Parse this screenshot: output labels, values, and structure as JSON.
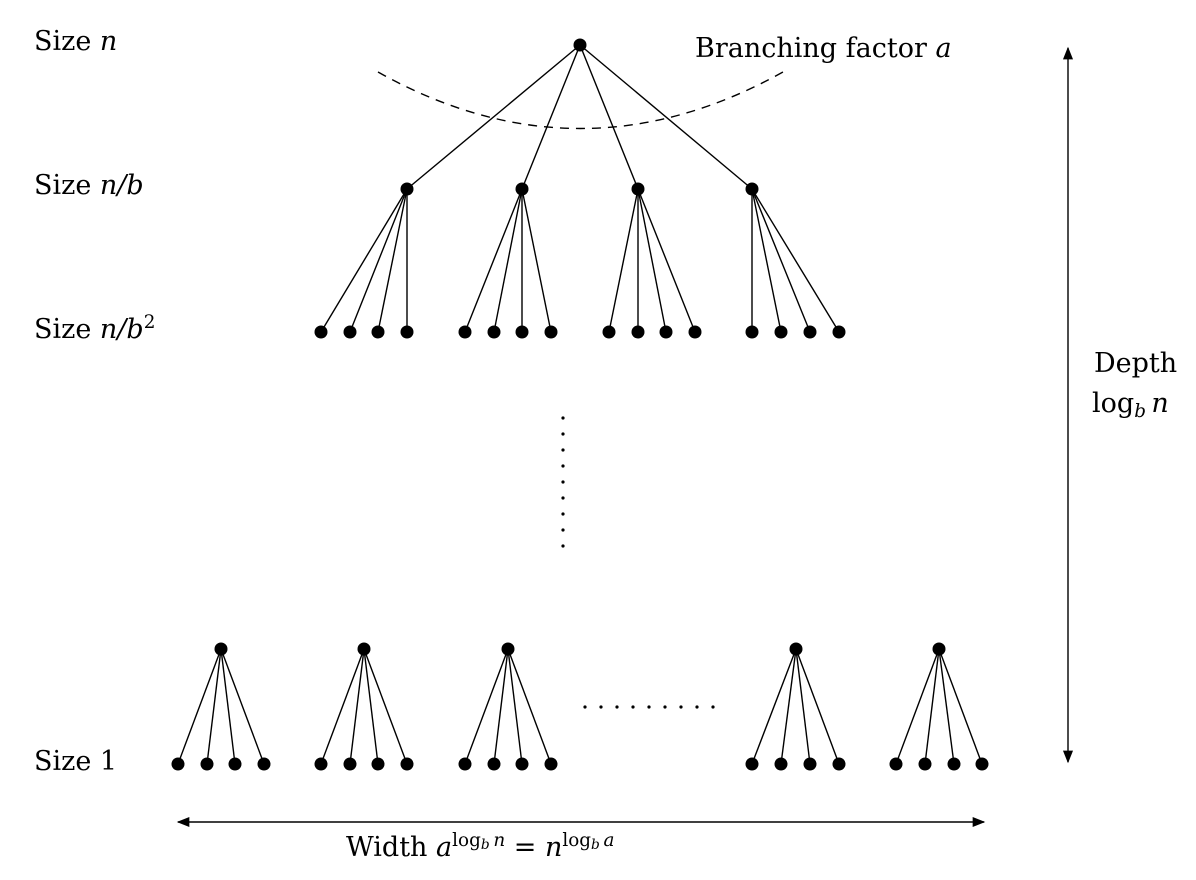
{
  "levels": [
    {
      "label_prefix": "Size ",
      "label_var": "n"
    },
    {
      "label_prefix": "Size ",
      "label_var": "n/b"
    },
    {
      "label_prefix": "Size ",
      "label_var": "n/b",
      "label_sup": "2"
    },
    {
      "label_prefix": "Size 1",
      "label_var": ""
    }
  ],
  "branching": {
    "prefix": "Branching factor ",
    "var": "a"
  },
  "depth": {
    "title": "Depth",
    "log": "log",
    "base": "b",
    "var": "n"
  },
  "width": {
    "prefix": "Width ",
    "base_a": "a",
    "exp1_log": "log",
    "exp1_base": "b",
    "exp1_var": "n",
    "equals": " = ",
    "base_n": "n",
    "exp2_log": "log",
    "exp2_base": "b",
    "exp2_var": "a"
  },
  "ellipsis_horizontal": ". . . . . . . . ."
}
